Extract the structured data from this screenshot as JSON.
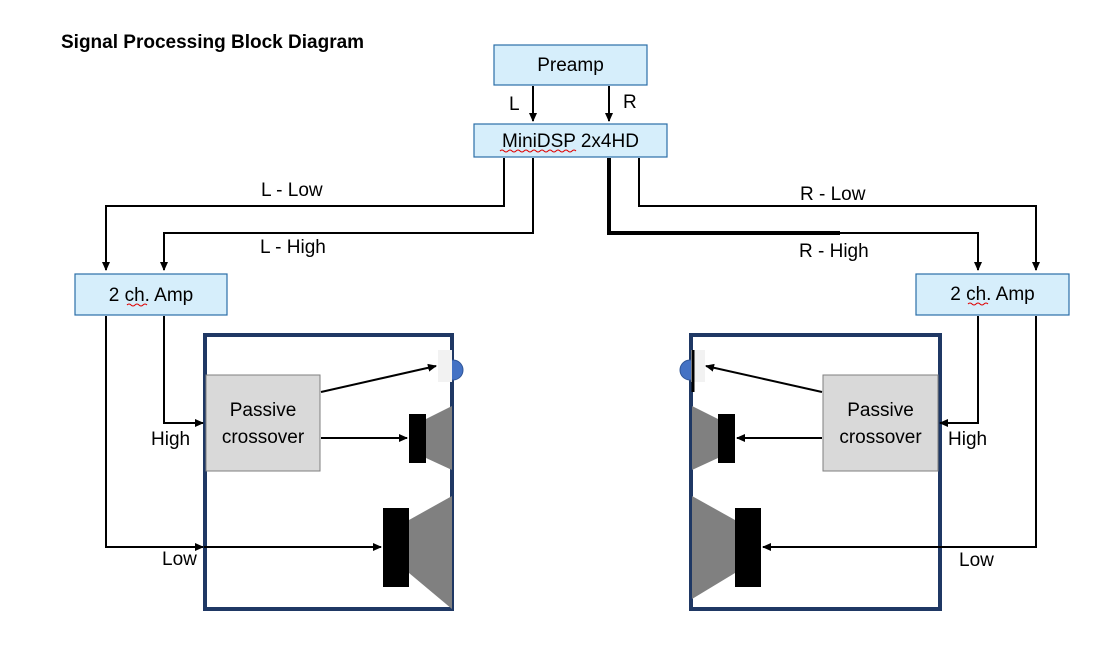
{
  "title": "Signal Processing Block Diagram",
  "blocks": {
    "preamp": "Preamp",
    "dsp": "MiniDSP 2x4HD",
    "amp_left": "2 ch. Amp",
    "amp_right": "2 ch. Amp",
    "crossover_left": [
      "Passive",
      "crossover"
    ],
    "crossover_right": [
      "Passive",
      "crossover"
    ]
  },
  "labels": {
    "left_channel": "L",
    "right_channel": "R",
    "l_low": "L - Low",
    "l_high": "L - High",
    "r_low": "R - Low",
    "r_high": "R - High",
    "high_left": "High",
    "low_left": "Low",
    "high_right": "High",
    "low_right": "Low"
  },
  "colors": {
    "block_fill": "#d6eefb",
    "block_border": "#2b6ea8",
    "crossover_fill": "#d9d9d9",
    "cabinet_border": "#1f3864",
    "tweeter_dome": "#4472c4",
    "driver_cone": "#808080",
    "driver_magnet": "#000000"
  }
}
